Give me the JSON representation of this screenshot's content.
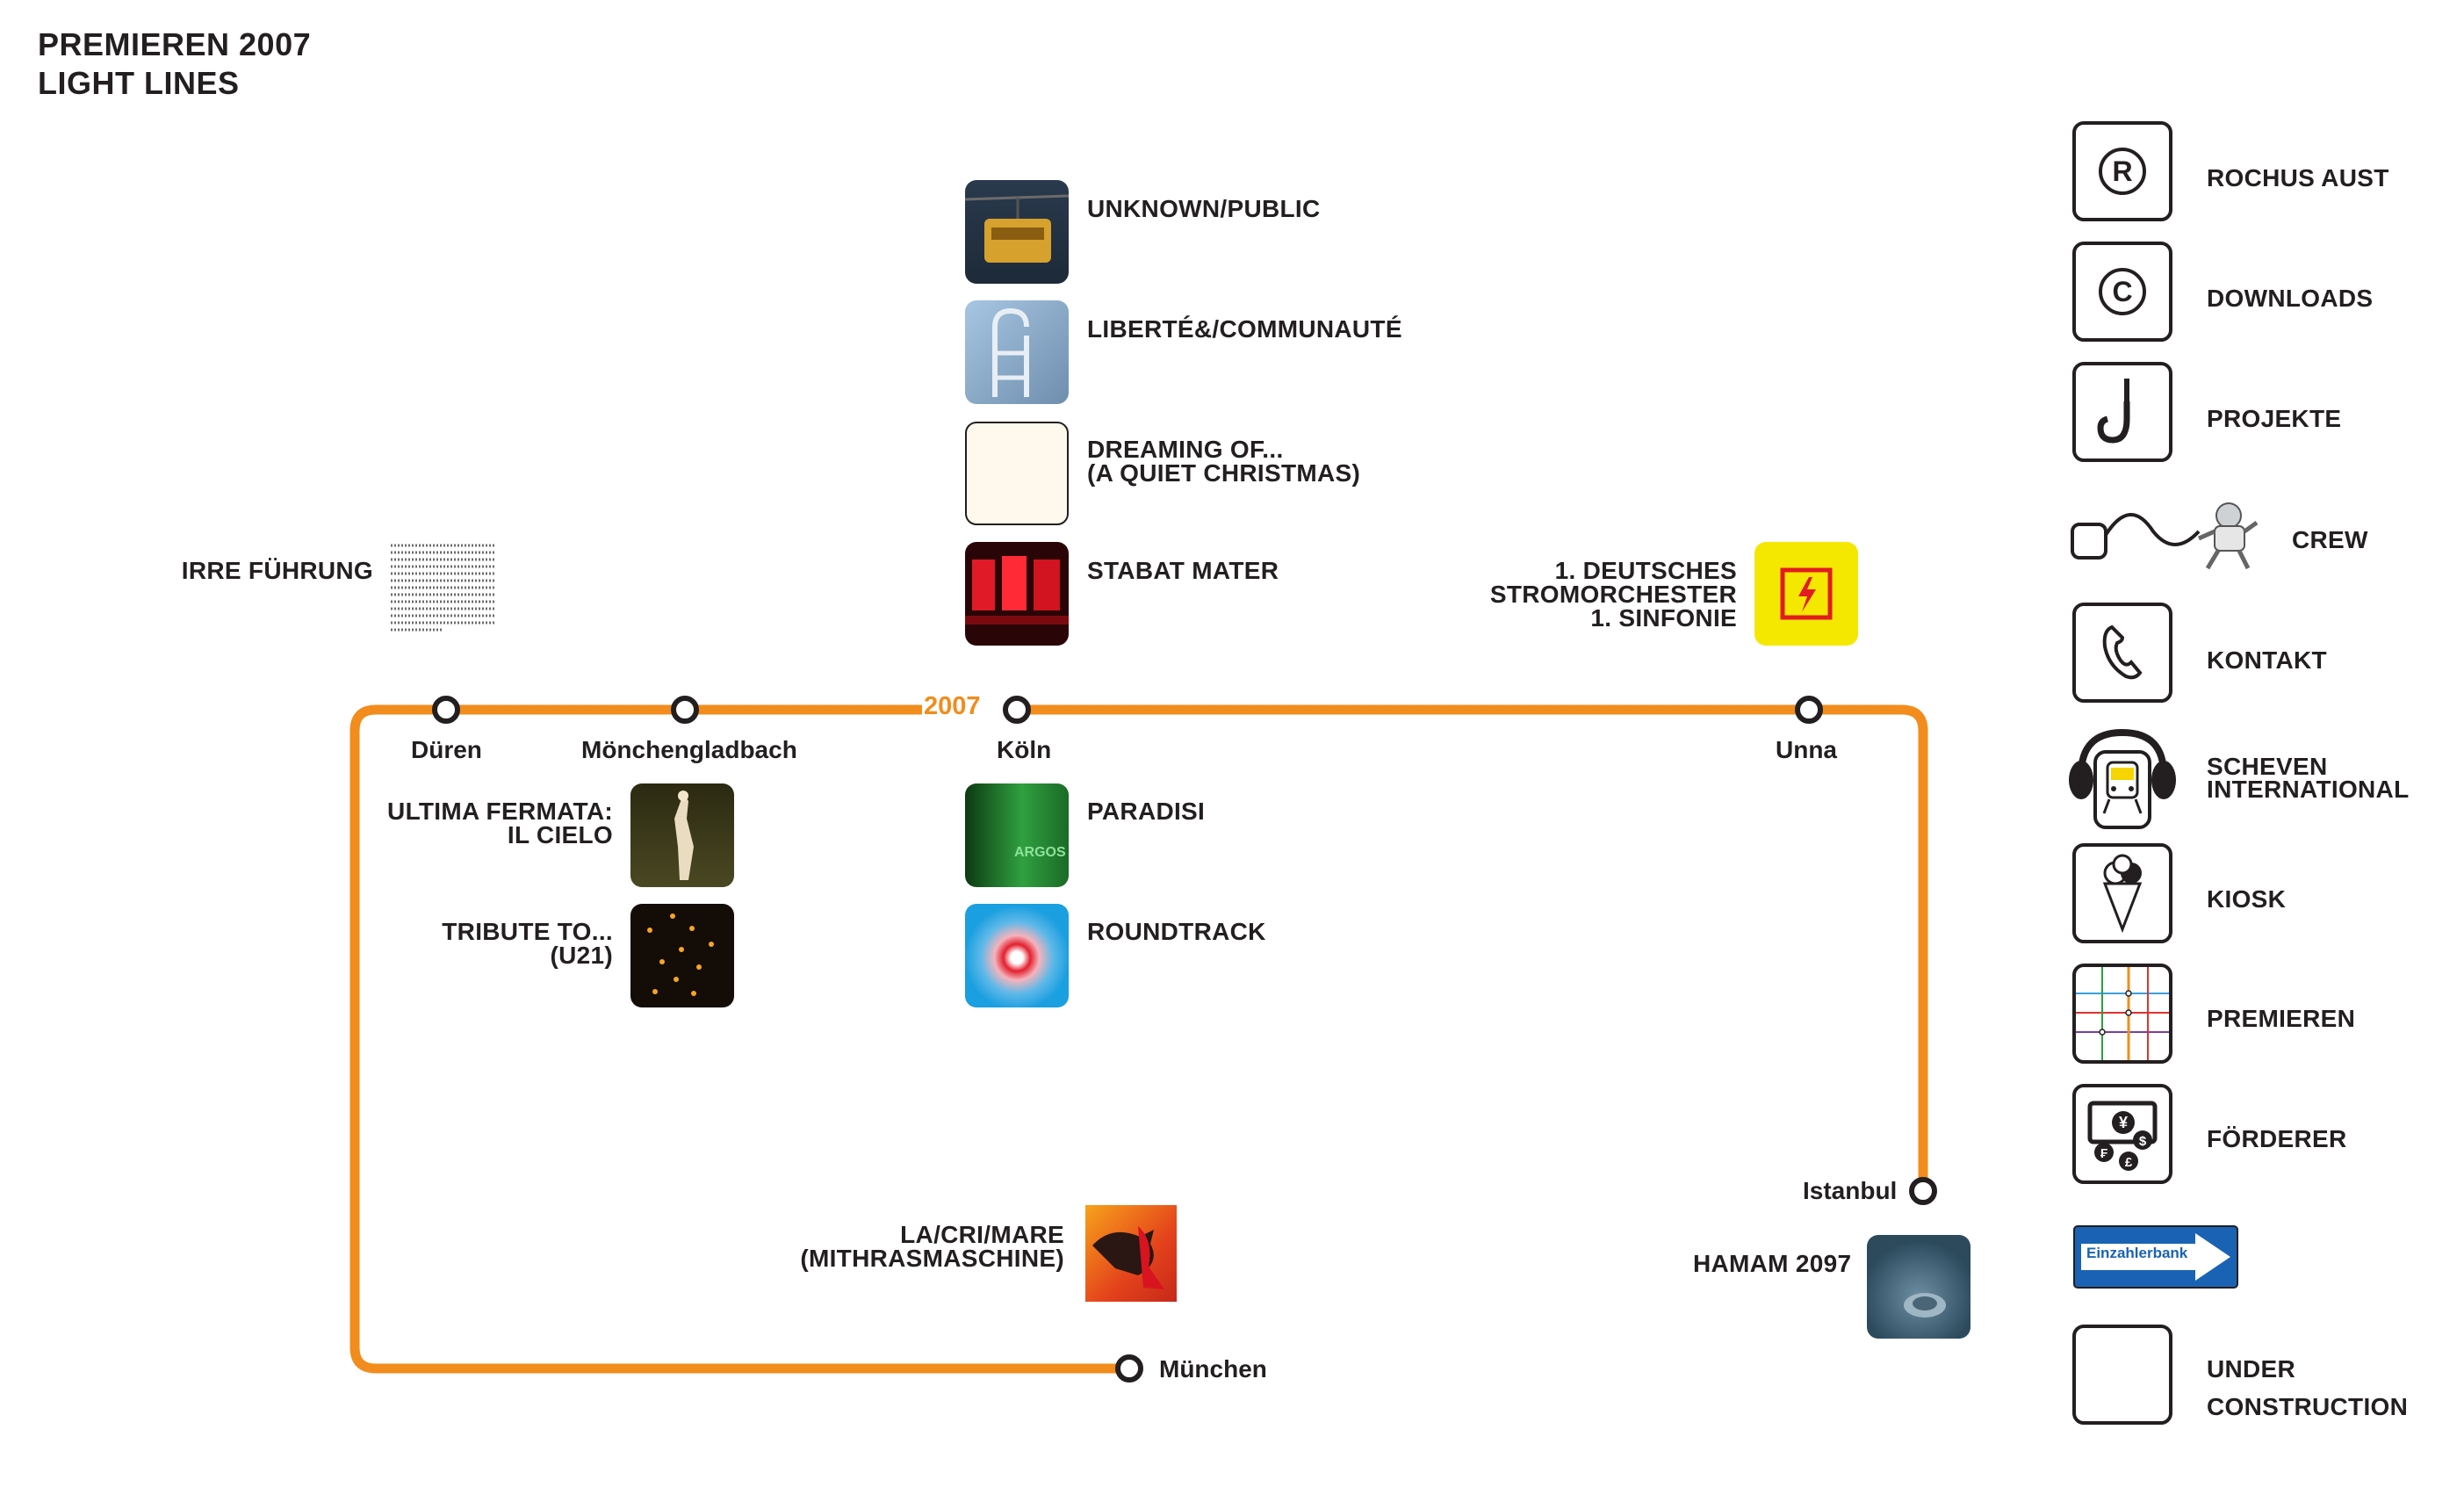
{
  "header": {
    "line1": "PREMIEREN 2007",
    "line2": "LIGHT LINES"
  },
  "line": {
    "color": "#f28c1c",
    "year_label": "2007",
    "stations": [
      "Düren",
      "Mönchengladbach",
      "Köln",
      "Unna",
      "Istanbul",
      "München"
    ]
  },
  "projects": {
    "unknown_public": "UNKNOWN/PUBLIC",
    "liberte": "LIBERTÉ&/COMMUNAUTÉ",
    "dreaming": "DREAMING OF...\n(A QUIET CHRISTMAS)",
    "stabat": "STABAT MATER",
    "irre": "IRRE FÜHRUNG",
    "deutsches": "1. DEUTSCHES\nSTROMORCHESTER\n1. SINFONIE",
    "ultima": "ULTIMA FERMATA:\nIL CIELO",
    "tribute": "TRIBUTE TO...\n(U21)",
    "paradisi": "PARADISI",
    "paradisi_thumb_text": "ARGOS",
    "roundtrack": "ROUNDTRACK",
    "lacrimare": "LA/CRI/MARE\n(MITHRASMASCHINE)",
    "hamam": "HAMAM 2097"
  },
  "nav": {
    "rochus": {
      "label": "ROCHUS AUST",
      "icon": "registered-icon"
    },
    "downloads": {
      "label": "DOWNLOADS",
      "icon": "copyright-icon"
    },
    "projekte": {
      "label": "PROJEKTE",
      "icon": "hook-icon"
    },
    "crew": {
      "label": "CREW",
      "icon": "astronaut-icon"
    },
    "kontakt": {
      "label": "KONTAKT",
      "icon": "phone-icon"
    },
    "scheven": {
      "label": "SCHEVEN\nINTERNATIONAL",
      "icon": "train-headphones-icon"
    },
    "kiosk": {
      "label": "KIOSK",
      "icon": "ice-cream-icon"
    },
    "premieren": {
      "label": "PREMIEREN",
      "icon": "metro-map-icon"
    },
    "foerderer": {
      "label": "FÖRDERER",
      "icon": "currency-icon"
    },
    "einzahlerbank": {
      "label": "Einzahlerbank",
      "icon": "arrow-sign-icon"
    },
    "under": {
      "label": "UNDER\nCONSTRUCTION",
      "icon": "empty-box-icon"
    }
  },
  "colors": {
    "accent": "#f28c1c",
    "text": "#231f20",
    "sign_blue": "#1a63b4",
    "warning_yellow": "#f5e800"
  }
}
